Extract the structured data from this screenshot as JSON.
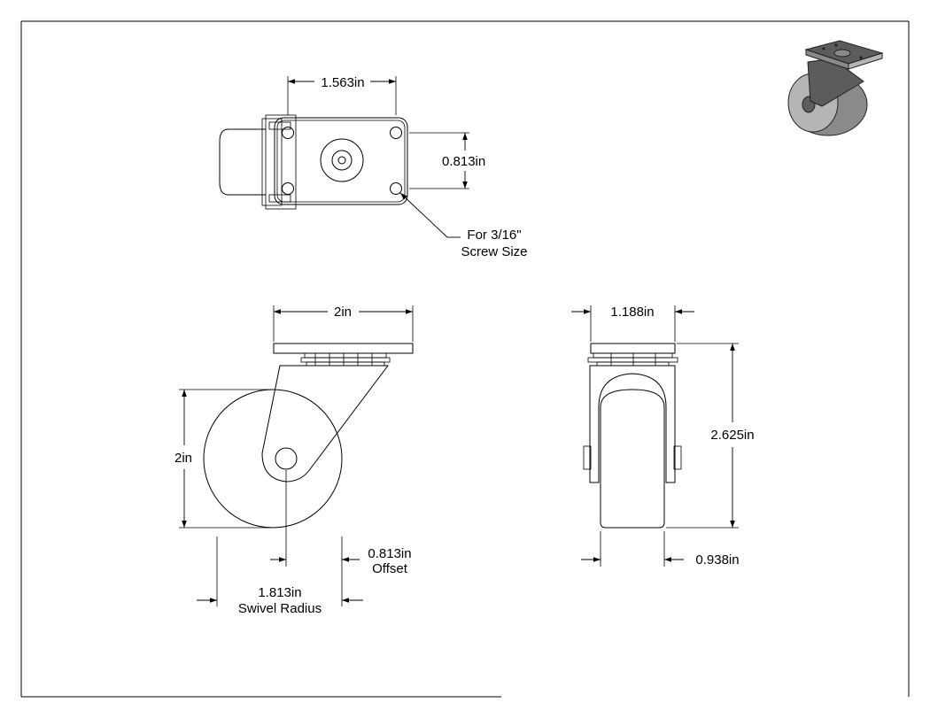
{
  "dimensions": {
    "top_width": "1.563in",
    "top_hole_spacing": "0.813in",
    "screw_note_line1": "For 3/16\"",
    "screw_note_line2": "Screw Size",
    "front_plate_width": "2in",
    "wheel_diameter": "2in",
    "offset_value": "0.813in",
    "offset_label": "Offset",
    "swivel_value": "1.813in",
    "swivel_label": "Swivel Radius",
    "side_plate_width": "1.188in",
    "overall_height": "2.625in",
    "wheel_width": "0.938in"
  },
  "colors": {
    "line": "#000000",
    "iso_dark": "#5c5c5c",
    "iso_mid": "#8a8a8a",
    "iso_light": "#b5b5b5"
  }
}
